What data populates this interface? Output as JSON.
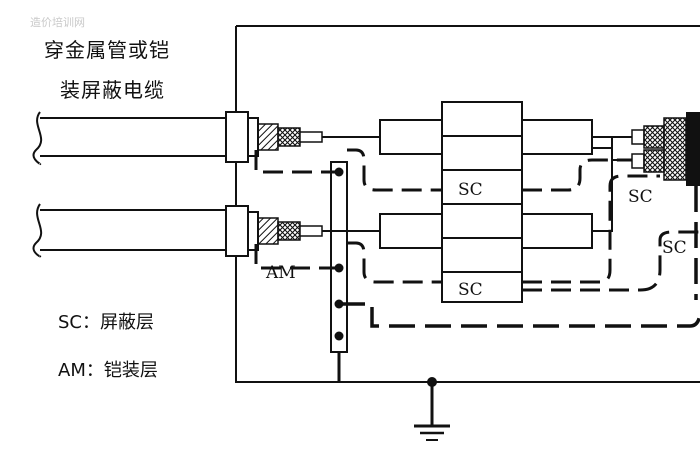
{
  "watermark": "造价培训网",
  "title": {
    "line1": "穿金属管或铠",
    "line2": "装屏蔽电缆"
  },
  "labels": {
    "sc_top": "SC",
    "sc_bottom": "SC",
    "sc_right_upper": "SC",
    "sc_right_lower": "SC",
    "am": "AM"
  },
  "legend": {
    "sc": "SC：屏蔽层",
    "am": "AM：铠装层"
  },
  "colors": {
    "ink": "#111111",
    "background": "#ffffff"
  }
}
